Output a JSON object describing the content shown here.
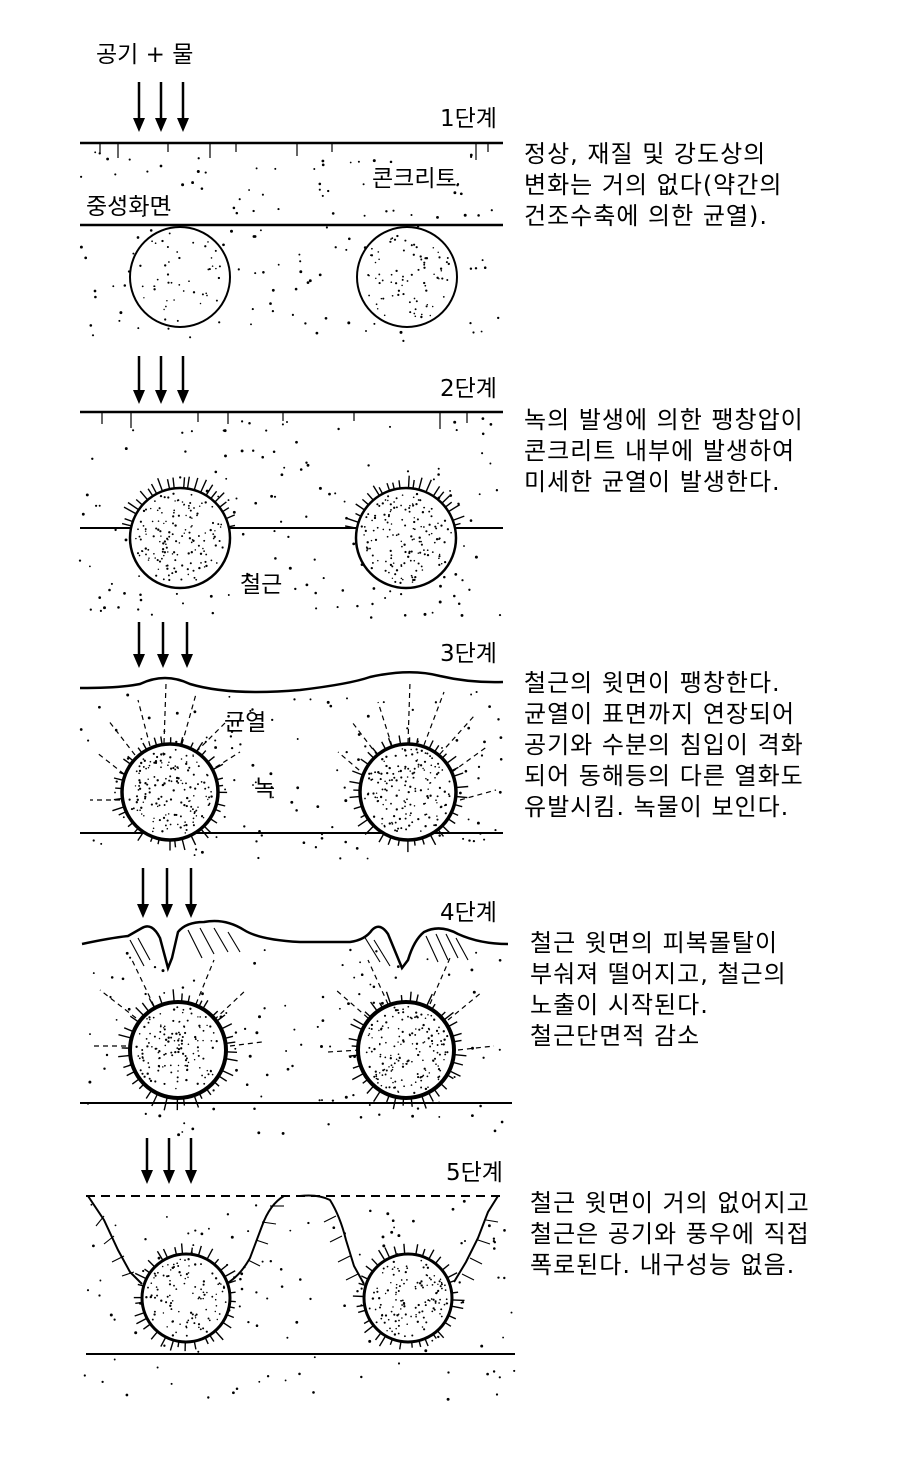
{
  "input_label": "공기 + 물",
  "labels": {
    "concrete": "콘크리트",
    "neutral_plane": "중성화면",
    "rebar": "철근",
    "crack": "균열",
    "rust": "녹"
  },
  "stages": [
    {
      "title": "1단계",
      "description": [
        "정상, 재질 및 강도상의",
        "변화는 거의 없다(약간의",
        "건조수축에 의한 균열)."
      ]
    },
    {
      "title": "2단계",
      "description": [
        "녹의 발생에 의한 팽창압이",
        "콘크리트 내부에 발생하여",
        "미세한 균열이 발생한다."
      ]
    },
    {
      "title": "3단계",
      "description": [
        "철근의 윗면이 팽창한다.",
        "균열이 표면까지 연장되어",
        "공기와 수분의 침입이 격화",
        "되어 동해등의 다른 열화도",
        "유발시킴. 녹물이 보인다."
      ]
    },
    {
      "title": "4단계",
      "description": [
        "철근 윗면의 피복몰탈이",
        "부숴져 떨어지고, 철근의",
        "노출이 시작된다.",
        "철근단면적 감소"
      ]
    }
  ],
  "stage5": {
    "title": "5단계",
    "description": [
      "철근 윗면이 거의 없어지고",
      "철근은 공기와 풍우에 직접",
      "폭로된다. 내구성능 없음."
    ]
  }
}
